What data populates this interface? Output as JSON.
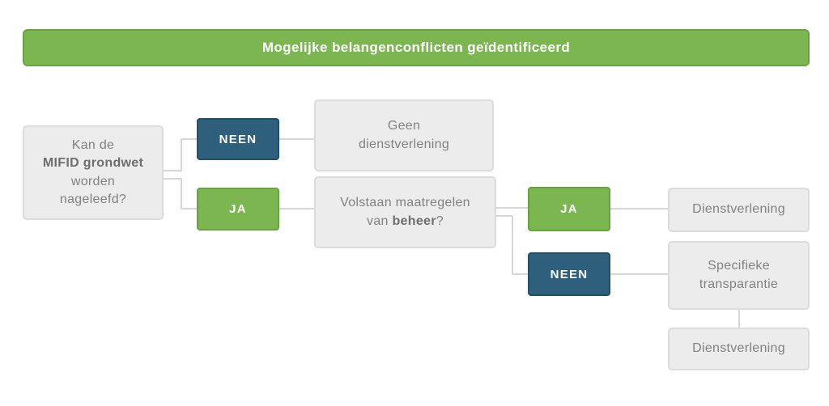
{
  "banner": {
    "label": "Mogelijke belangenconflicten geïdentificeerd"
  },
  "colors": {
    "banner_green": "#7bb651",
    "banner_green_border": "#69a240",
    "yes_green": "#7bb651",
    "yes_green_border": "#69a240",
    "no_blue": "#2e5f7d",
    "no_blue_border": "#254e67",
    "box_fill": "#ececec",
    "box_border": "#dcdcdc",
    "box_text": "#818181",
    "connector": "#d7d7d7"
  },
  "nodes": {
    "question_mifid": {
      "line1": "Kan de",
      "line2_bold": "MIFID grondwet",
      "line3": "worden",
      "line4": "nageleefd?"
    },
    "no1": {
      "label": "NEEN"
    },
    "yes1": {
      "label": "JA"
    },
    "geen_dienstverlening": {
      "line1": "Geen",
      "line2": "dienstverlening"
    },
    "question_beheer": {
      "line1": "Volstaan maatregelen",
      "line2_pre": "van",
      "line2_bold": "beheer",
      "line2_post": "?"
    },
    "yes2": {
      "label": "JA"
    },
    "no2": {
      "label": "NEEN"
    },
    "dienstverlening_top": {
      "label": "Dienstverlening"
    },
    "specifieke_transparantie": {
      "line1": "Specifieke",
      "line2": "transparantie"
    },
    "dienstverlening_bottom": {
      "label": "Dienstverlening"
    }
  }
}
